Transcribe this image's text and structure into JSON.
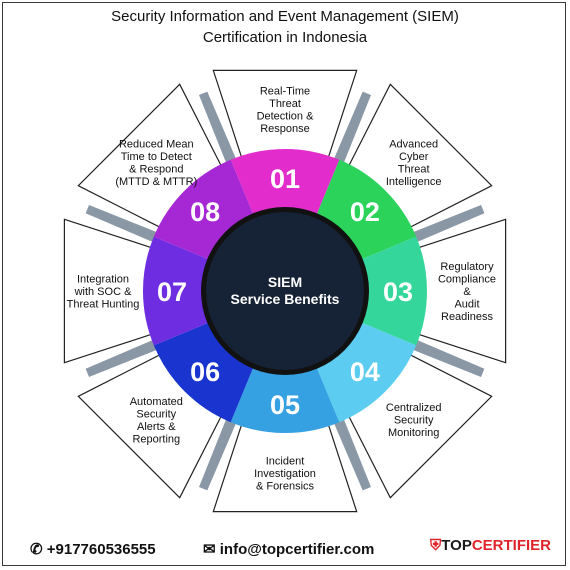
{
  "title": {
    "line1": "Security Information and Event Management (SIEM)",
    "line2": "Certification in Indonesia"
  },
  "center": {
    "line1": "SIEM",
    "line2": "Service Benefits",
    "color": "#162236"
  },
  "segments": [
    {
      "number": "01",
      "color": "#e22ccb",
      "label": [
        "Real-Time",
        "Threat",
        "Detection &",
        "Response"
      ]
    },
    {
      "number": "02",
      "color": "#2bd35a",
      "label": [
        "Advanced",
        "Cyber",
        "Threat",
        "Intelligence"
      ]
    },
    {
      "number": "03",
      "color": "#34d69b",
      "label": [
        "Regulatory",
        "Compliance",
        "&",
        "Audit",
        "Readiness"
      ]
    },
    {
      "number": "04",
      "color": "#5ccdf0",
      "label": [
        "Centralized",
        "Security",
        "Monitoring"
      ]
    },
    {
      "number": "05",
      "color": "#35a0e2",
      "label": [
        "Incident",
        "Investigation",
        "& Forensics"
      ]
    },
    {
      "number": "06",
      "color": "#1934cf",
      "label": [
        "Automated",
        "Security",
        "Alerts &",
        "Reporting"
      ]
    },
    {
      "number": "07",
      "color": "#6e2de0",
      "label": [
        "Integration",
        "with SOC &",
        "Threat Hunting"
      ]
    },
    {
      "number": "08",
      "color": "#a528d4",
      "label": [
        "Reduced Mean",
        "Time to Detect",
        "& Respond",
        "(MTTD & MTTR)"
      ]
    }
  ],
  "footer": {
    "phone": "+917760536555",
    "email": "info@topcertifier.com",
    "brand_part1": "TOP",
    "brand_part2": "CERTIFIER",
    "phone_icon": "phone-icon",
    "email_icon": "envelope-icon",
    "brand_icon": "shield-logo-icon",
    "brand_red": "#e0242b"
  }
}
